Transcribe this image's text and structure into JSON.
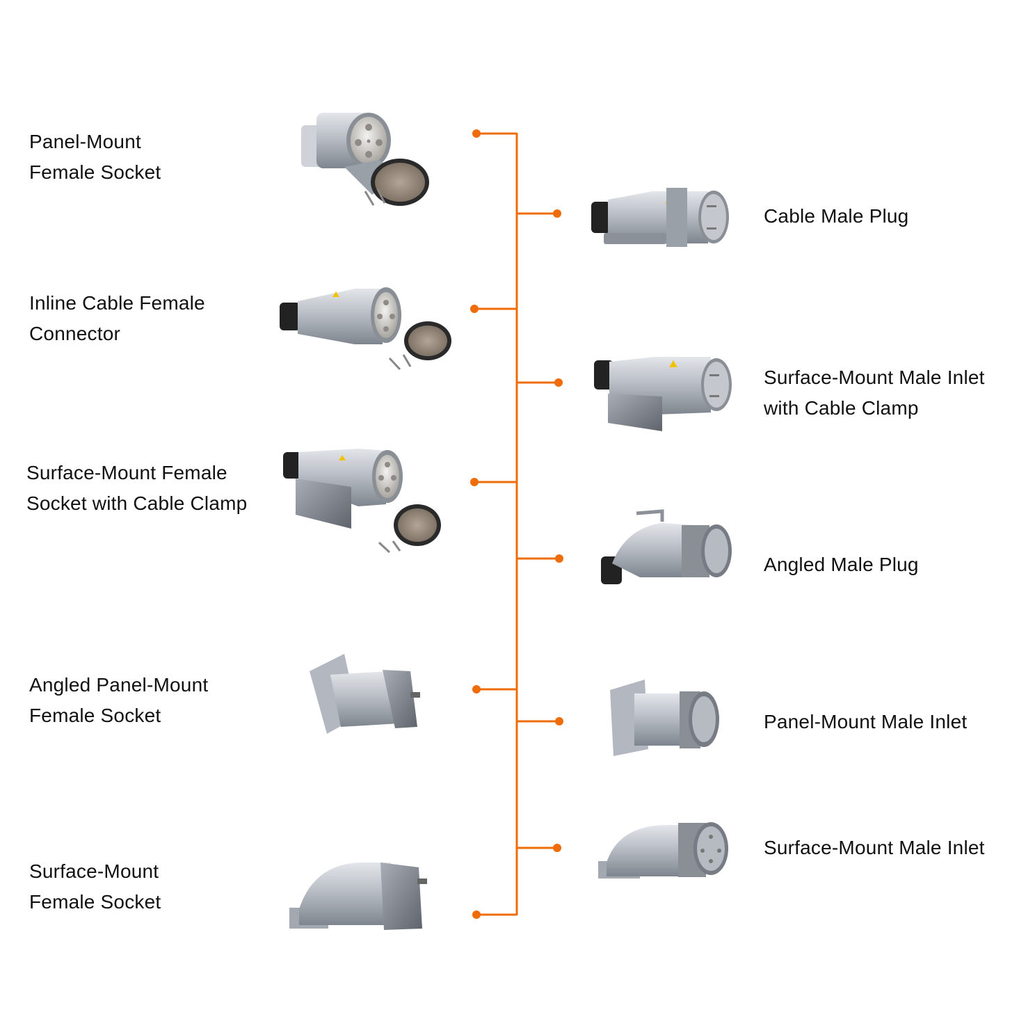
{
  "colors": {
    "accent": "#ef6c0a",
    "text": "#111111",
    "metal": "#b9bec6"
  },
  "left_items": [
    {
      "id": "panel-mount-female-socket",
      "label_lines": [
        "Panel-Mount",
        "Female Socket"
      ],
      "icon": "panel-mount-female-socket-image"
    },
    {
      "id": "inline-cable-female-connector",
      "label_lines": [
        "Inline Cable Female",
        "Connector"
      ],
      "icon": "inline-cable-female-connector-image"
    },
    {
      "id": "surface-mount-female-socket-cable-clamp",
      "label_lines": [
        "Surface-Mount Female",
        "Socket with Cable Clamp"
      ],
      "icon": "surface-mount-female-socket-cable-clamp-image"
    },
    {
      "id": "angled-panel-mount-female-socket",
      "label_lines": [
        "Angled Panel-Mount",
        "Female Socket"
      ],
      "icon": "angled-panel-mount-female-socket-image"
    },
    {
      "id": "surface-mount-female-socket",
      "label_lines": [
        "Surface-Mount",
        "Female Socket"
      ],
      "icon": "surface-mount-female-socket-image"
    }
  ],
  "right_items": [
    {
      "id": "cable-male-plug",
      "label_lines": [
        "Cable Male Plug"
      ],
      "icon": "cable-male-plug-image"
    },
    {
      "id": "surface-mount-male-inlet-cable-clamp",
      "label_lines": [
        "Surface-Mount Male Inlet",
        "with Cable Clamp"
      ],
      "icon": "surface-mount-male-inlet-cable-clamp-image"
    },
    {
      "id": "angled-male-plug",
      "label_lines": [
        "Angled Male Plug"
      ],
      "icon": "angled-male-plug-image"
    },
    {
      "id": "panel-mount-male-inlet",
      "label_lines": [
        "Panel-Mount Male Inlet"
      ],
      "icon": "panel-mount-male-inlet-image"
    },
    {
      "id": "surface-mount-male-inlet",
      "label_lines": [
        "Surface-Mount Male Inlet"
      ],
      "icon": "surface-mount-male-inlet-image"
    }
  ]
}
